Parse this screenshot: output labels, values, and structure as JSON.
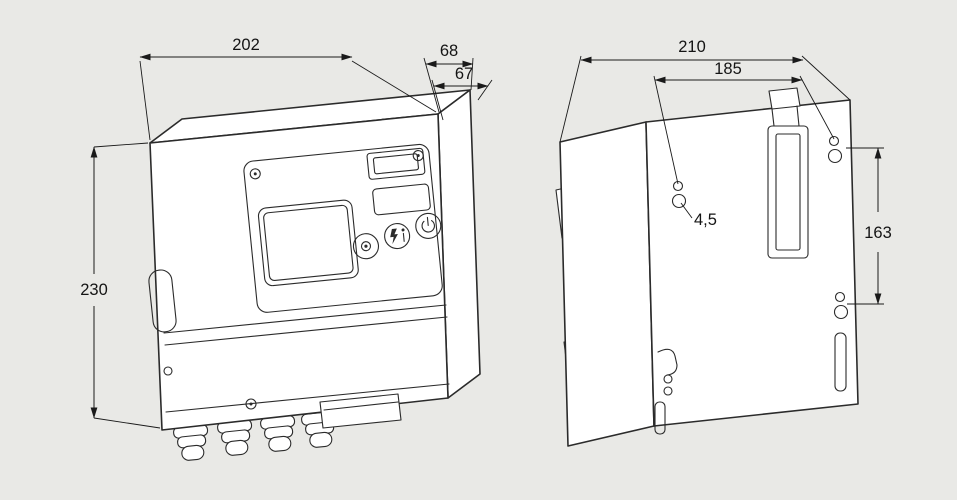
{
  "theme": {
    "background": "#e9e9e6",
    "line_color": "#2b2b2b",
    "dimension_color": "#1a1a1a",
    "face_color": "#ffffff"
  },
  "front_view": {
    "view_name": "front-left-isometric-view",
    "dims": {
      "width": "202",
      "cover_depth": "68",
      "housing_depth": "67",
      "height": "230"
    },
    "panel_icons": {
      "reset": "reset-button-icon",
      "info": "flash-info-icon",
      "power": "power-icon"
    }
  },
  "rear_view": {
    "view_name": "rear-mounting-view",
    "dims": {
      "overall_width": "210",
      "hole_spacing_width": "185",
      "hole_diameter": "4,5",
      "hole_spacing_height": "163"
    }
  }
}
